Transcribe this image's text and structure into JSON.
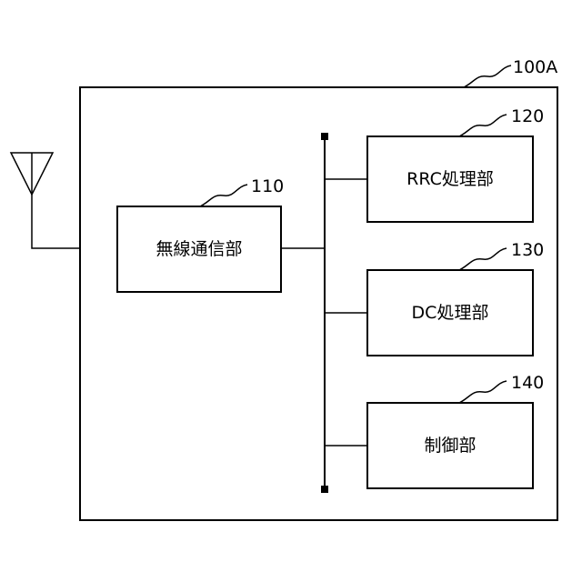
{
  "device": {
    "ref": "100A"
  },
  "blocks": {
    "radio": {
      "label": "無線通信部",
      "ref": "110"
    },
    "rrc": {
      "label": "RRC処理部",
      "ref": "120"
    },
    "dc": {
      "label": "DC処理部",
      "ref": "130"
    },
    "control": {
      "label": "制御部",
      "ref": "140"
    }
  },
  "colors": {
    "line": "#000000",
    "background": "#ffffff"
  }
}
